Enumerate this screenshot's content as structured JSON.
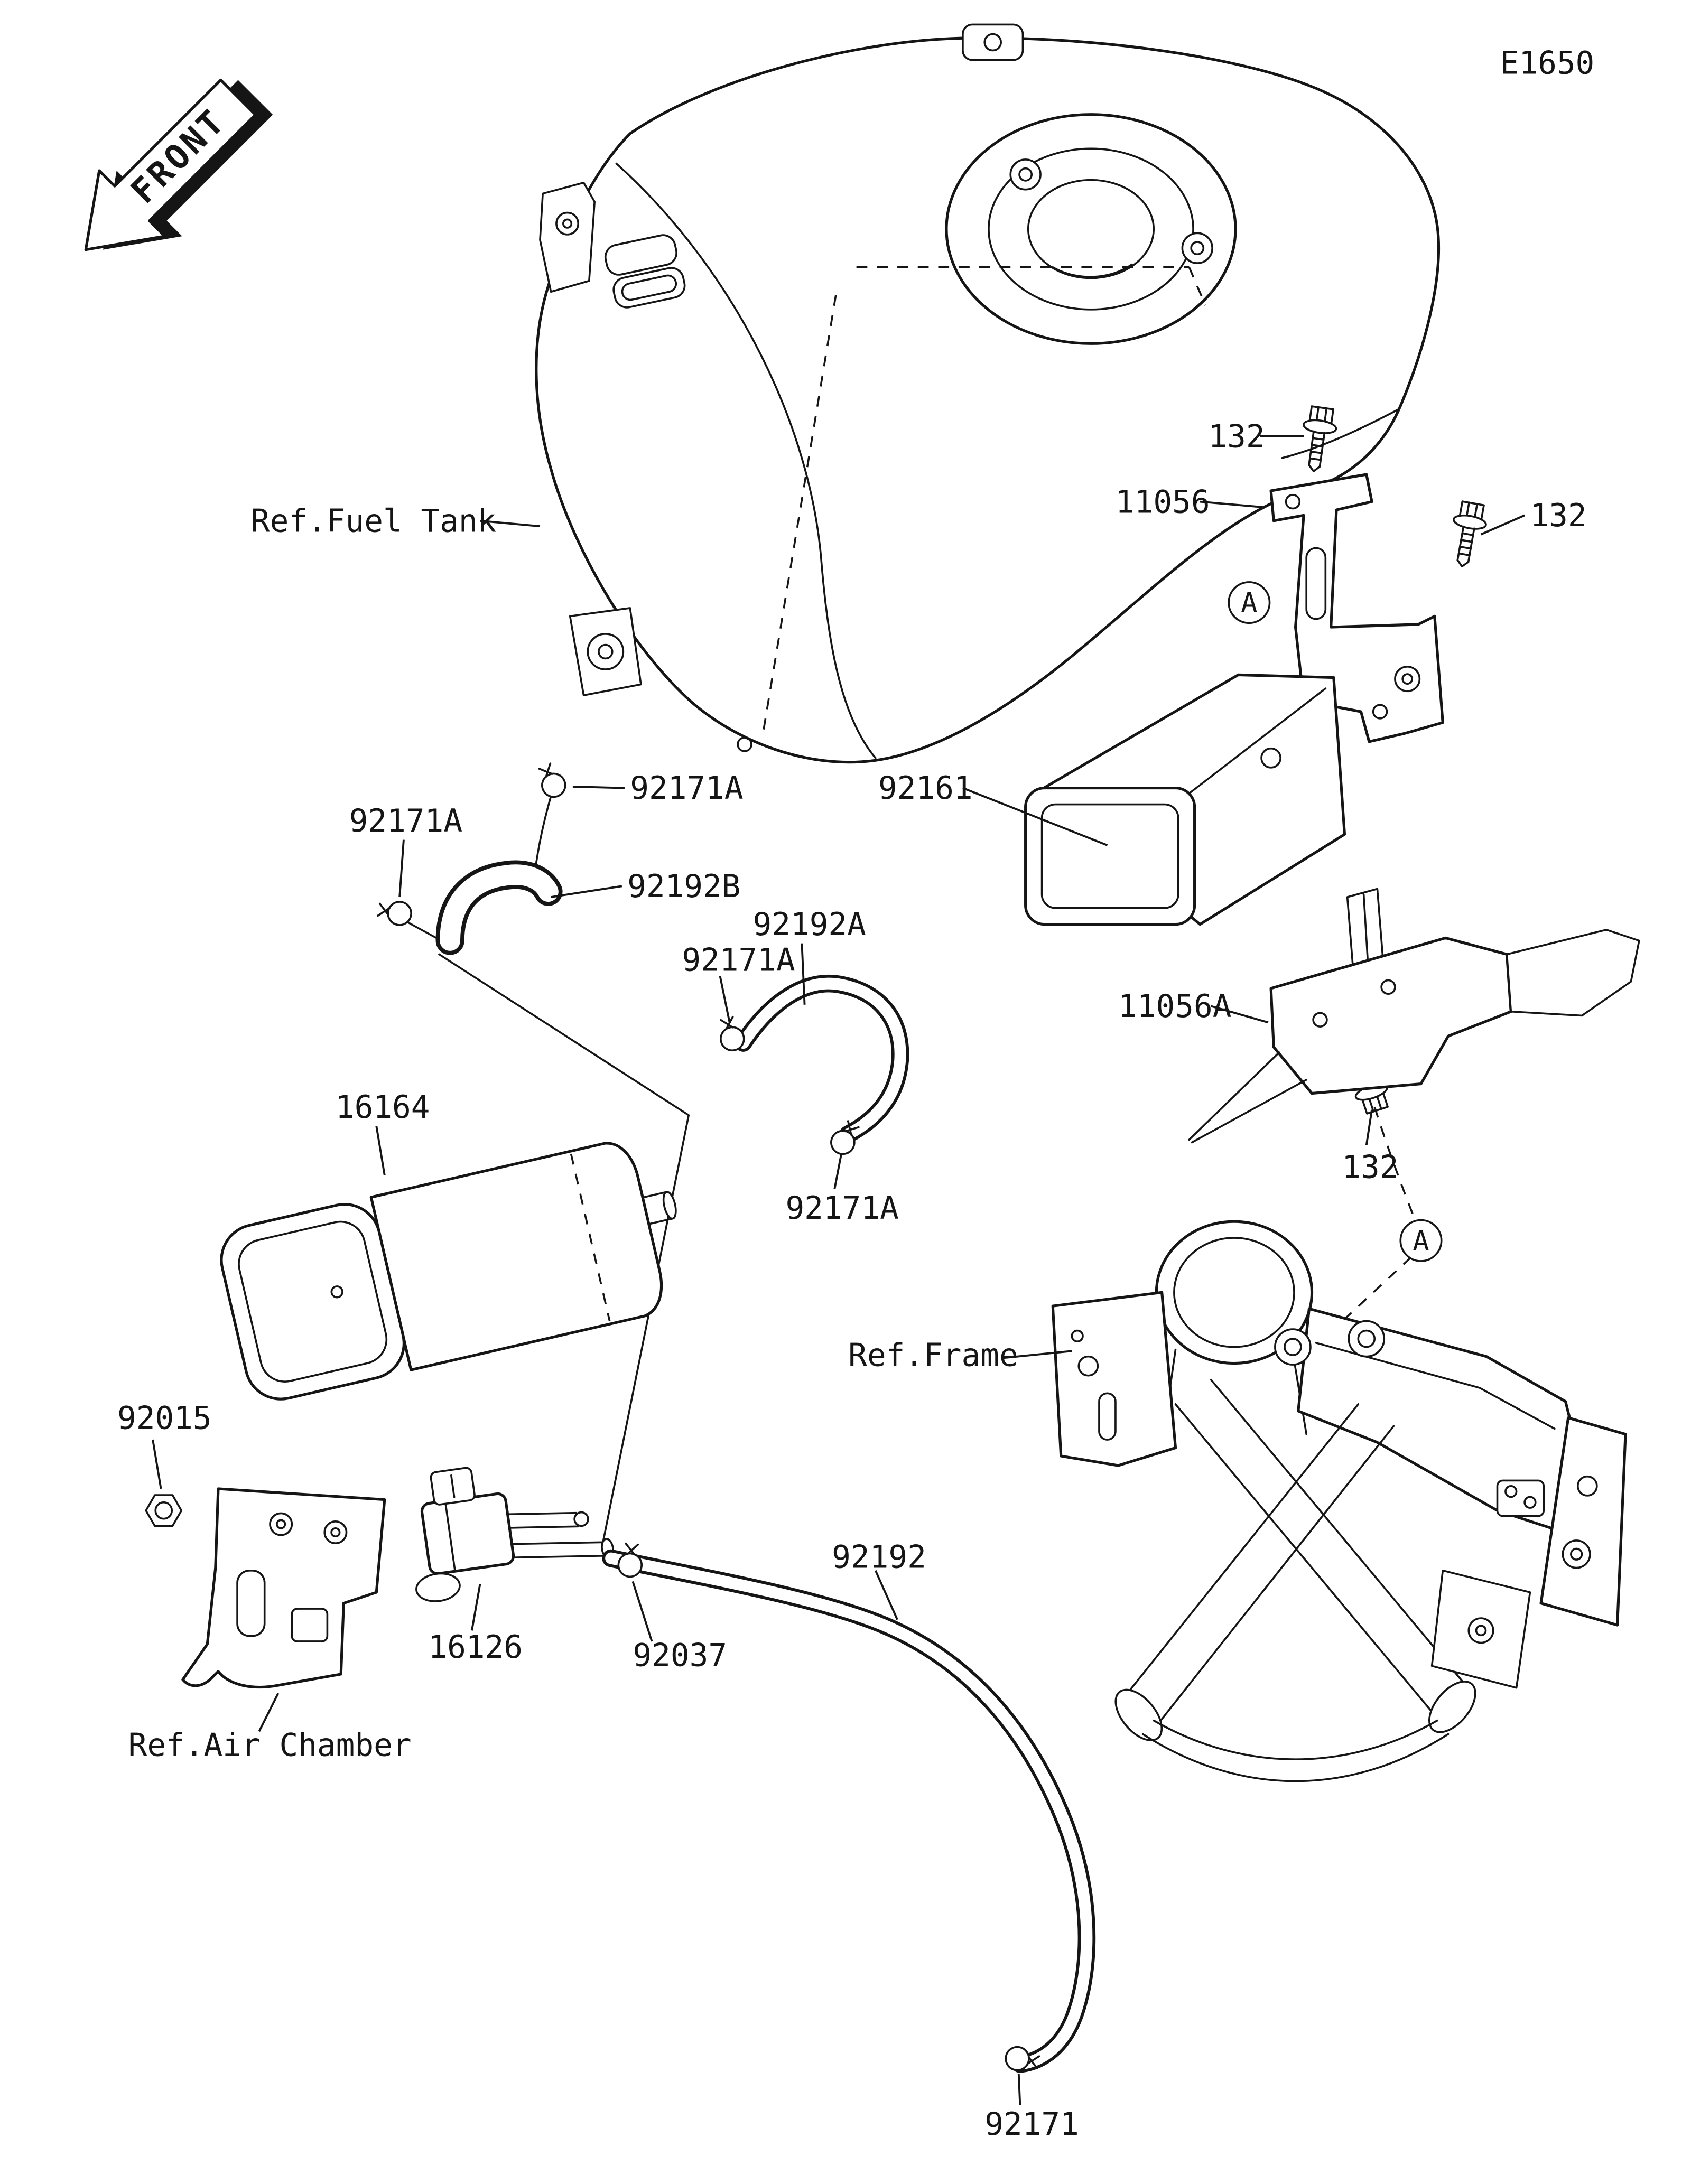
{
  "diagram": {
    "page_code": "E1650",
    "front": "FRONT",
    "refs": {
      "fuel_tank": "Ref.Fuel Tank",
      "frame": "Ref.Frame",
      "air_chamber": "Ref.Air Chamber"
    },
    "markers": {
      "a_upper": "A",
      "a_frame": "A"
    },
    "parts": {
      "bolt_top": "132",
      "bolt_right": "132",
      "bolt_lower": "132",
      "bracket_upper": "11056",
      "bracket_lower": "11056A",
      "canister_cover": "92161",
      "canister": "16164",
      "clamp_tank": "92171A",
      "clamp_left": "92171A",
      "clamp_mid": "92171A",
      "clamp_lower": "92171A",
      "clamp_hose_end": "92171",
      "hose_elbow": "92192B",
      "hose_upper": "92192A",
      "hose_main": "92192",
      "valve": "16126",
      "valve_clamp": "92037",
      "nut": "92015"
    }
  }
}
